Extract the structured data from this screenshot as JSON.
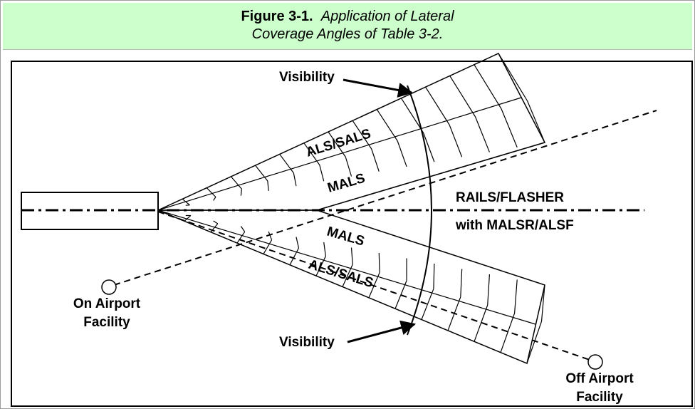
{
  "figure": {
    "number": "Figure 3-1.",
    "title_line1": "Application of Lateral",
    "title_line2": "Coverage Angles of Table 3-2."
  },
  "labels": {
    "visibility_top": "Visibility",
    "visibility_bottom": "Visibility",
    "als_sals_top": "ALS/SALS",
    "mals_top": "MALS",
    "mals_bottom": "MALS",
    "als_sals_bottom": "ALS/SALS",
    "rails_flasher": "RAILS/FLASHER",
    "with_malsr_alsf": "with MALSR/ALSF",
    "on_airport_line1": "On Airport",
    "on_airport_line2": "Facility",
    "off_airport_line1": "Off Airport",
    "off_airport_line2": "Facility"
  },
  "colors": {
    "caption_background": "#ccffcc",
    "line_color": "#000000"
  }
}
